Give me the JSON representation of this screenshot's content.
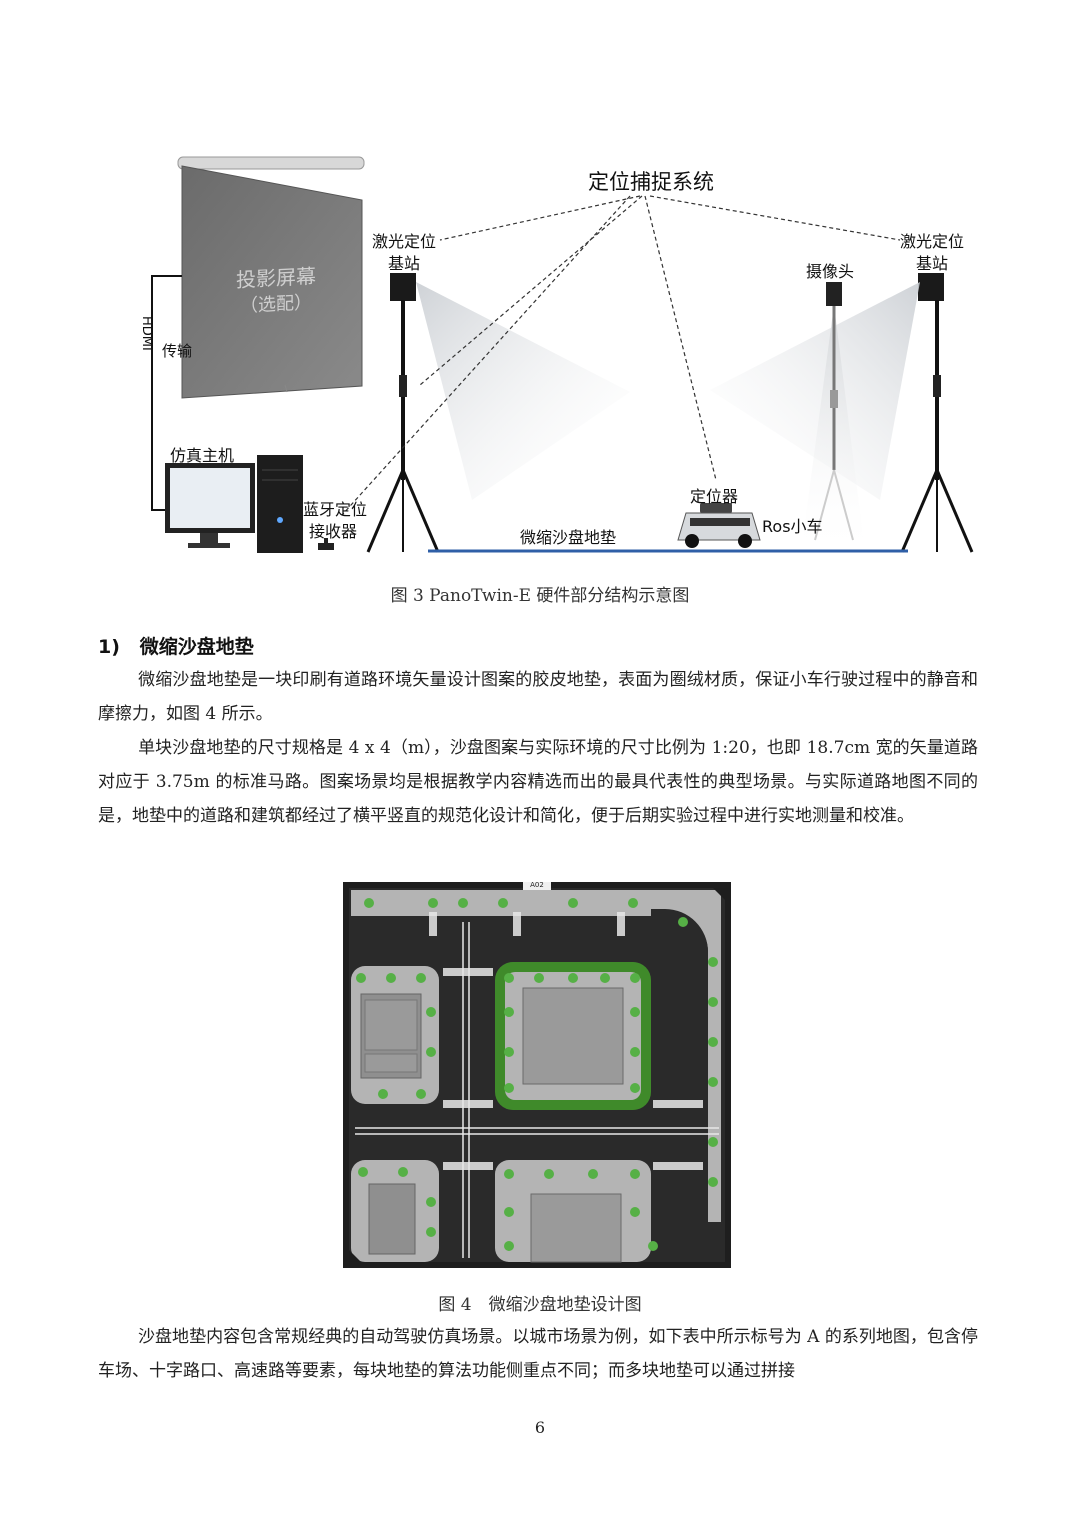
{
  "figure3": {
    "labels": {
      "mocap_system": "定位捕捉系统",
      "laser_station_left_1": "激光定位",
      "laser_station_left_2": "基站",
      "laser_station_right_1": "激光定位",
      "laser_station_right_2": "基站",
      "camera": "摄像头",
      "screen_1": "投影屏幕",
      "screen_2": "（选配）",
      "hdmi": "HDMI",
      "transfer": "传输",
      "sim_host": "仿真主机",
      "bt_receiver_1": "蓝牙定位",
      "bt_receiver_2": "接收器",
      "locator": "定位器",
      "ros_car": "Ros小车",
      "mat": "微缩沙盘地垫"
    },
    "caption": "图 3 PanoTwin-E 硬件部分结构示意图"
  },
  "section": {
    "heading": "1)   微缩沙盘地垫",
    "para1": "微缩沙盘地垫是一块印刷有道路环境矢量设计图案的胶皮地垫，表面为圈绒材质，保证小车行驶过程中的静音和摩擦力，如图 4 所示。",
    "para2": "单块沙盘地垫的尺寸规格是 4 x 4（m），沙盘图案与实际环境的尺寸比例为 1:20，也即 18.7cm 宽的矢量道路对应于 3.75m 的标准马路。图案场景均是根据教学内容精选而出的最具代表性的典型场景。与实际道路地图不同的是，地垫中的道路和建筑都经过了横平竖直的规范化设计和简化，便于后期实验过程中进行实地测量和校准。",
    "para3": "沙盘地垫内容包含常规经典的自动驾驶仿真场景。以城市场景为例，如下表中所示标号为 A 的系列地图，包含停车场、十字路口、高速路等要素，每块地垫的算法功能侧重点不同；而多块地垫可以通过拼接"
  },
  "figure4": {
    "tag": "A02",
    "caption": "图 4　微缩沙盘地垫设计图"
  },
  "page_number": "6",
  "colors": {
    "road": "#2a2a2a",
    "sidewalk": "#b4b4b4",
    "grass": "#3f8a2a",
    "building": "#9a9a9a"
  }
}
